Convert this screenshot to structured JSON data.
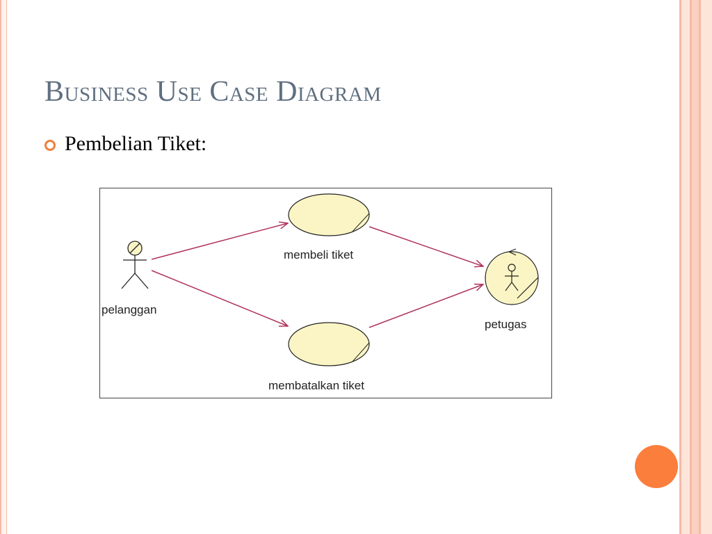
{
  "slide": {
    "title": "Business Use Case Diagram",
    "bullet": "Pembelian Tiket:"
  },
  "diagram": {
    "actors": [
      {
        "id": "pelanggan",
        "label": "pelanggan"
      },
      {
        "id": "petugas",
        "label": "petugas"
      }
    ],
    "use_cases": [
      {
        "id": "membeli",
        "label": "membeli tiket"
      },
      {
        "id": "membatalkan",
        "label": "membatalkan tiket"
      }
    ],
    "relations": [
      {
        "from": "pelanggan",
        "to": "membeli"
      },
      {
        "from": "pelanggan",
        "to": "membatalkan"
      },
      {
        "from": "membeli",
        "to": "petugas"
      },
      {
        "from": "membatalkan",
        "to": "petugas"
      }
    ]
  },
  "colors": {
    "title": "#5f6f80",
    "accent": "#f07f3c",
    "use_case_fill": "#fbf5c5",
    "arrow": "#b0335a",
    "border_stripe": "#f6b9a6"
  }
}
